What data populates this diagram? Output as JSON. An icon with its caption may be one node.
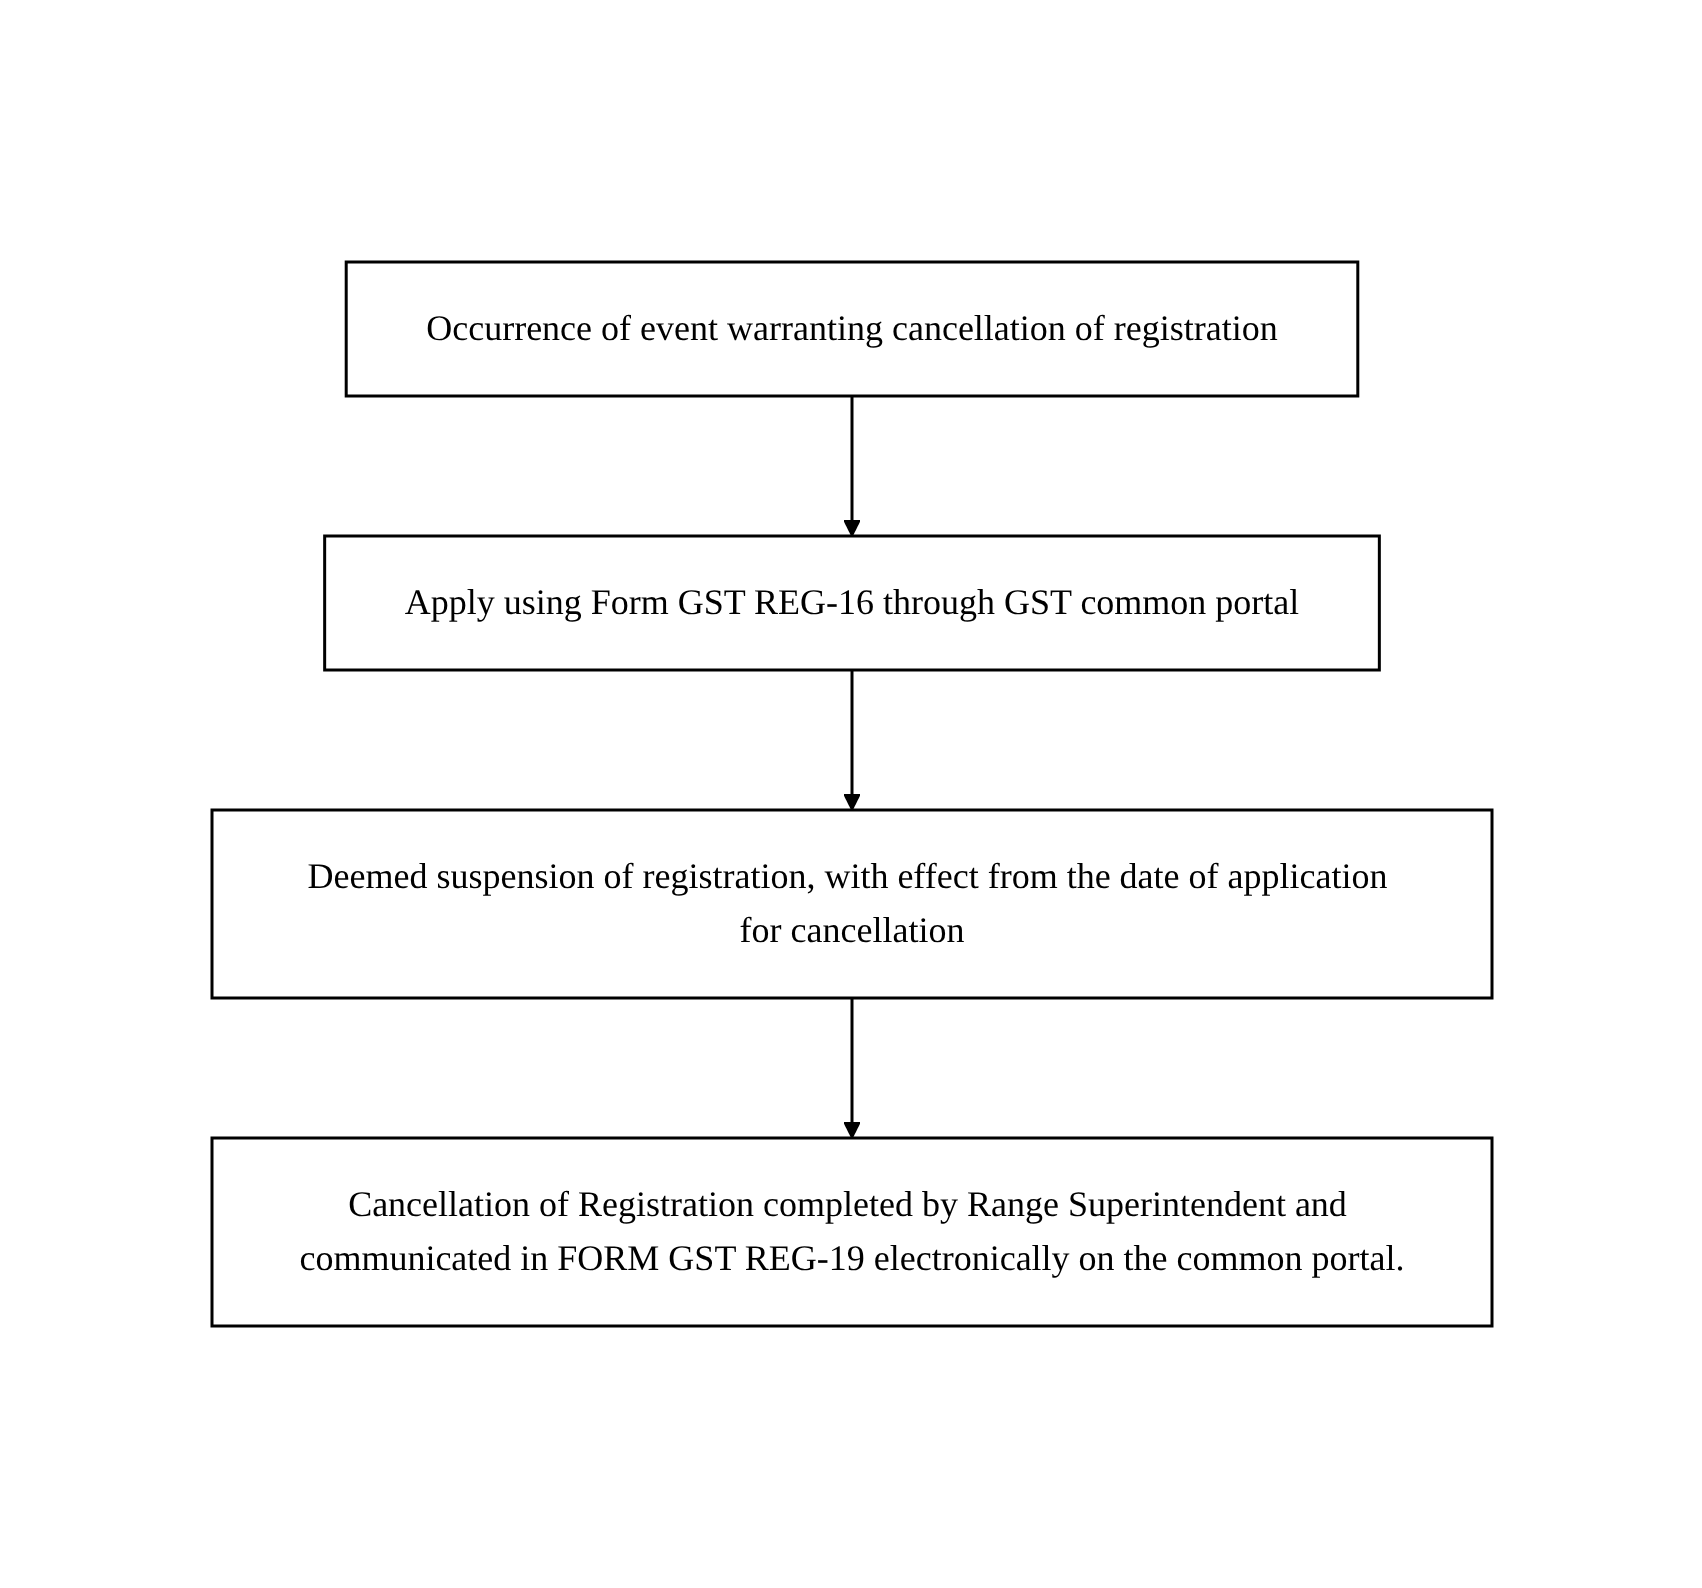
{
  "diagram": {
    "nodes": [
      {
        "text": [
          "Occurrence of event warranting cancellation of registration"
        ]
      },
      {
        "text": [
          "Apply using Form GST REG-16 through GST common portal"
        ]
      },
      {
        "text": [
          "Deemed suspension of registration, with effect from the date of application for cancellation"
        ]
      },
      {
        "text": [
          "Cancellation of Registration completed by Range Superintendent and communicated in FORM GST REG-19 electronically on the common portal."
        ]
      }
    ],
    "edges": [
      {
        "from": 0,
        "to": 1,
        "arrow": "to"
      },
      {
        "from": 1,
        "to": 2,
        "arrow": "to"
      },
      {
        "from": 2,
        "to": 3,
        "arrow": "to"
      }
    ]
  }
}
